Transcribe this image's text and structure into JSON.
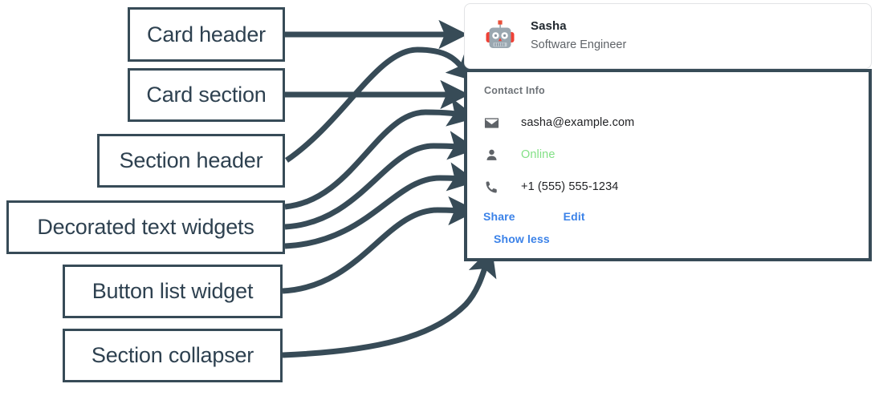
{
  "annotations": {
    "labels": [
      {
        "id": "card-header",
        "text": "Card header"
      },
      {
        "id": "card-section",
        "text": "Card section"
      },
      {
        "id": "section-header",
        "text": "Section header"
      },
      {
        "id": "decorated-text",
        "text": "Decorated text widgets"
      },
      {
        "id": "button-list",
        "text": "Button list widget"
      },
      {
        "id": "section-collapser",
        "text": "Section collapser"
      }
    ],
    "arrow_color": "#374b57",
    "box_border_color": "#374b57",
    "text_color": "#2e4150"
  },
  "card": {
    "header": {
      "avatar_icon": "robot-avatar-icon",
      "title": "Sasha",
      "subtitle": "Software Engineer"
    },
    "section": {
      "header": "Contact Info",
      "rows": [
        {
          "icon": "email-icon",
          "text": "sasha@example.com",
          "status": false
        },
        {
          "icon": "person-icon",
          "text": "Online",
          "status": true
        },
        {
          "icon": "phone-icon",
          "text": "+1 (555) 555-1234",
          "status": false
        }
      ],
      "buttons": [
        {
          "label": "Share"
        },
        {
          "label": "Edit"
        }
      ],
      "collapser": {
        "label": "Show less"
      }
    }
  },
  "colors": {
    "link_blue": "#3b82e8",
    "online_green": "#82e085",
    "annotation_slate": "#374b57",
    "card_border_grey": "#e2e3e5"
  }
}
